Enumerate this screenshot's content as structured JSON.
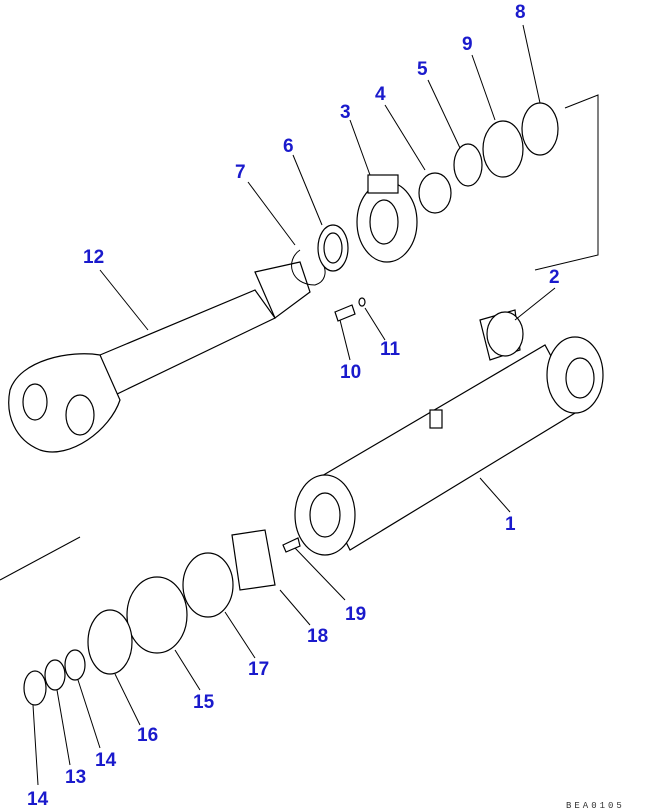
{
  "diagram": {
    "labels": [
      {
        "id": "1",
        "text": "1"
      },
      {
        "id": "2",
        "text": "2"
      },
      {
        "id": "3",
        "text": "3"
      },
      {
        "id": "4",
        "text": "4"
      },
      {
        "id": "5",
        "text": "5"
      },
      {
        "id": "6",
        "text": "6"
      },
      {
        "id": "7",
        "text": "7"
      },
      {
        "id": "8",
        "text": "8"
      },
      {
        "id": "9",
        "text": "9"
      },
      {
        "id": "10",
        "text": "10"
      },
      {
        "id": "11",
        "text": "11"
      },
      {
        "id": "12",
        "text": "12"
      },
      {
        "id": "13",
        "text": "13"
      },
      {
        "id": "14a",
        "text": "14"
      },
      {
        "id": "14b",
        "text": "14"
      },
      {
        "id": "15",
        "text": "15"
      },
      {
        "id": "16",
        "text": "16"
      },
      {
        "id": "17",
        "text": "17"
      },
      {
        "id": "18",
        "text": "18"
      },
      {
        "id": "19",
        "text": "19"
      }
    ],
    "drawing_code": "BEA0105",
    "label_color": "#1a1acc"
  }
}
